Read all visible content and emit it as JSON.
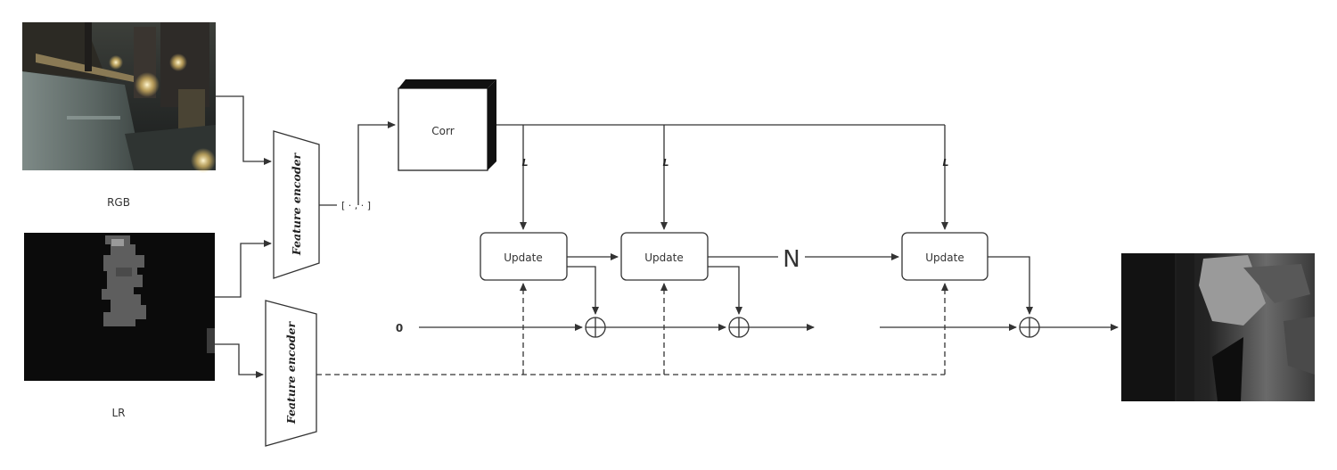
{
  "labels": {
    "rgb": "RGB",
    "lr": "LR",
    "feature_encoder_top": "Feature encoder",
    "feature_encoder_bottom": "Feature encoder",
    "concat": "[ · , · ]",
    "corr": "Corr",
    "lookup_1": "L",
    "lookup_2": "L",
    "lookup_3": "L",
    "update_1": "Update",
    "update_2": "Update",
    "update_3": "Update",
    "iterations": "N",
    "init_zero": "0"
  }
}
